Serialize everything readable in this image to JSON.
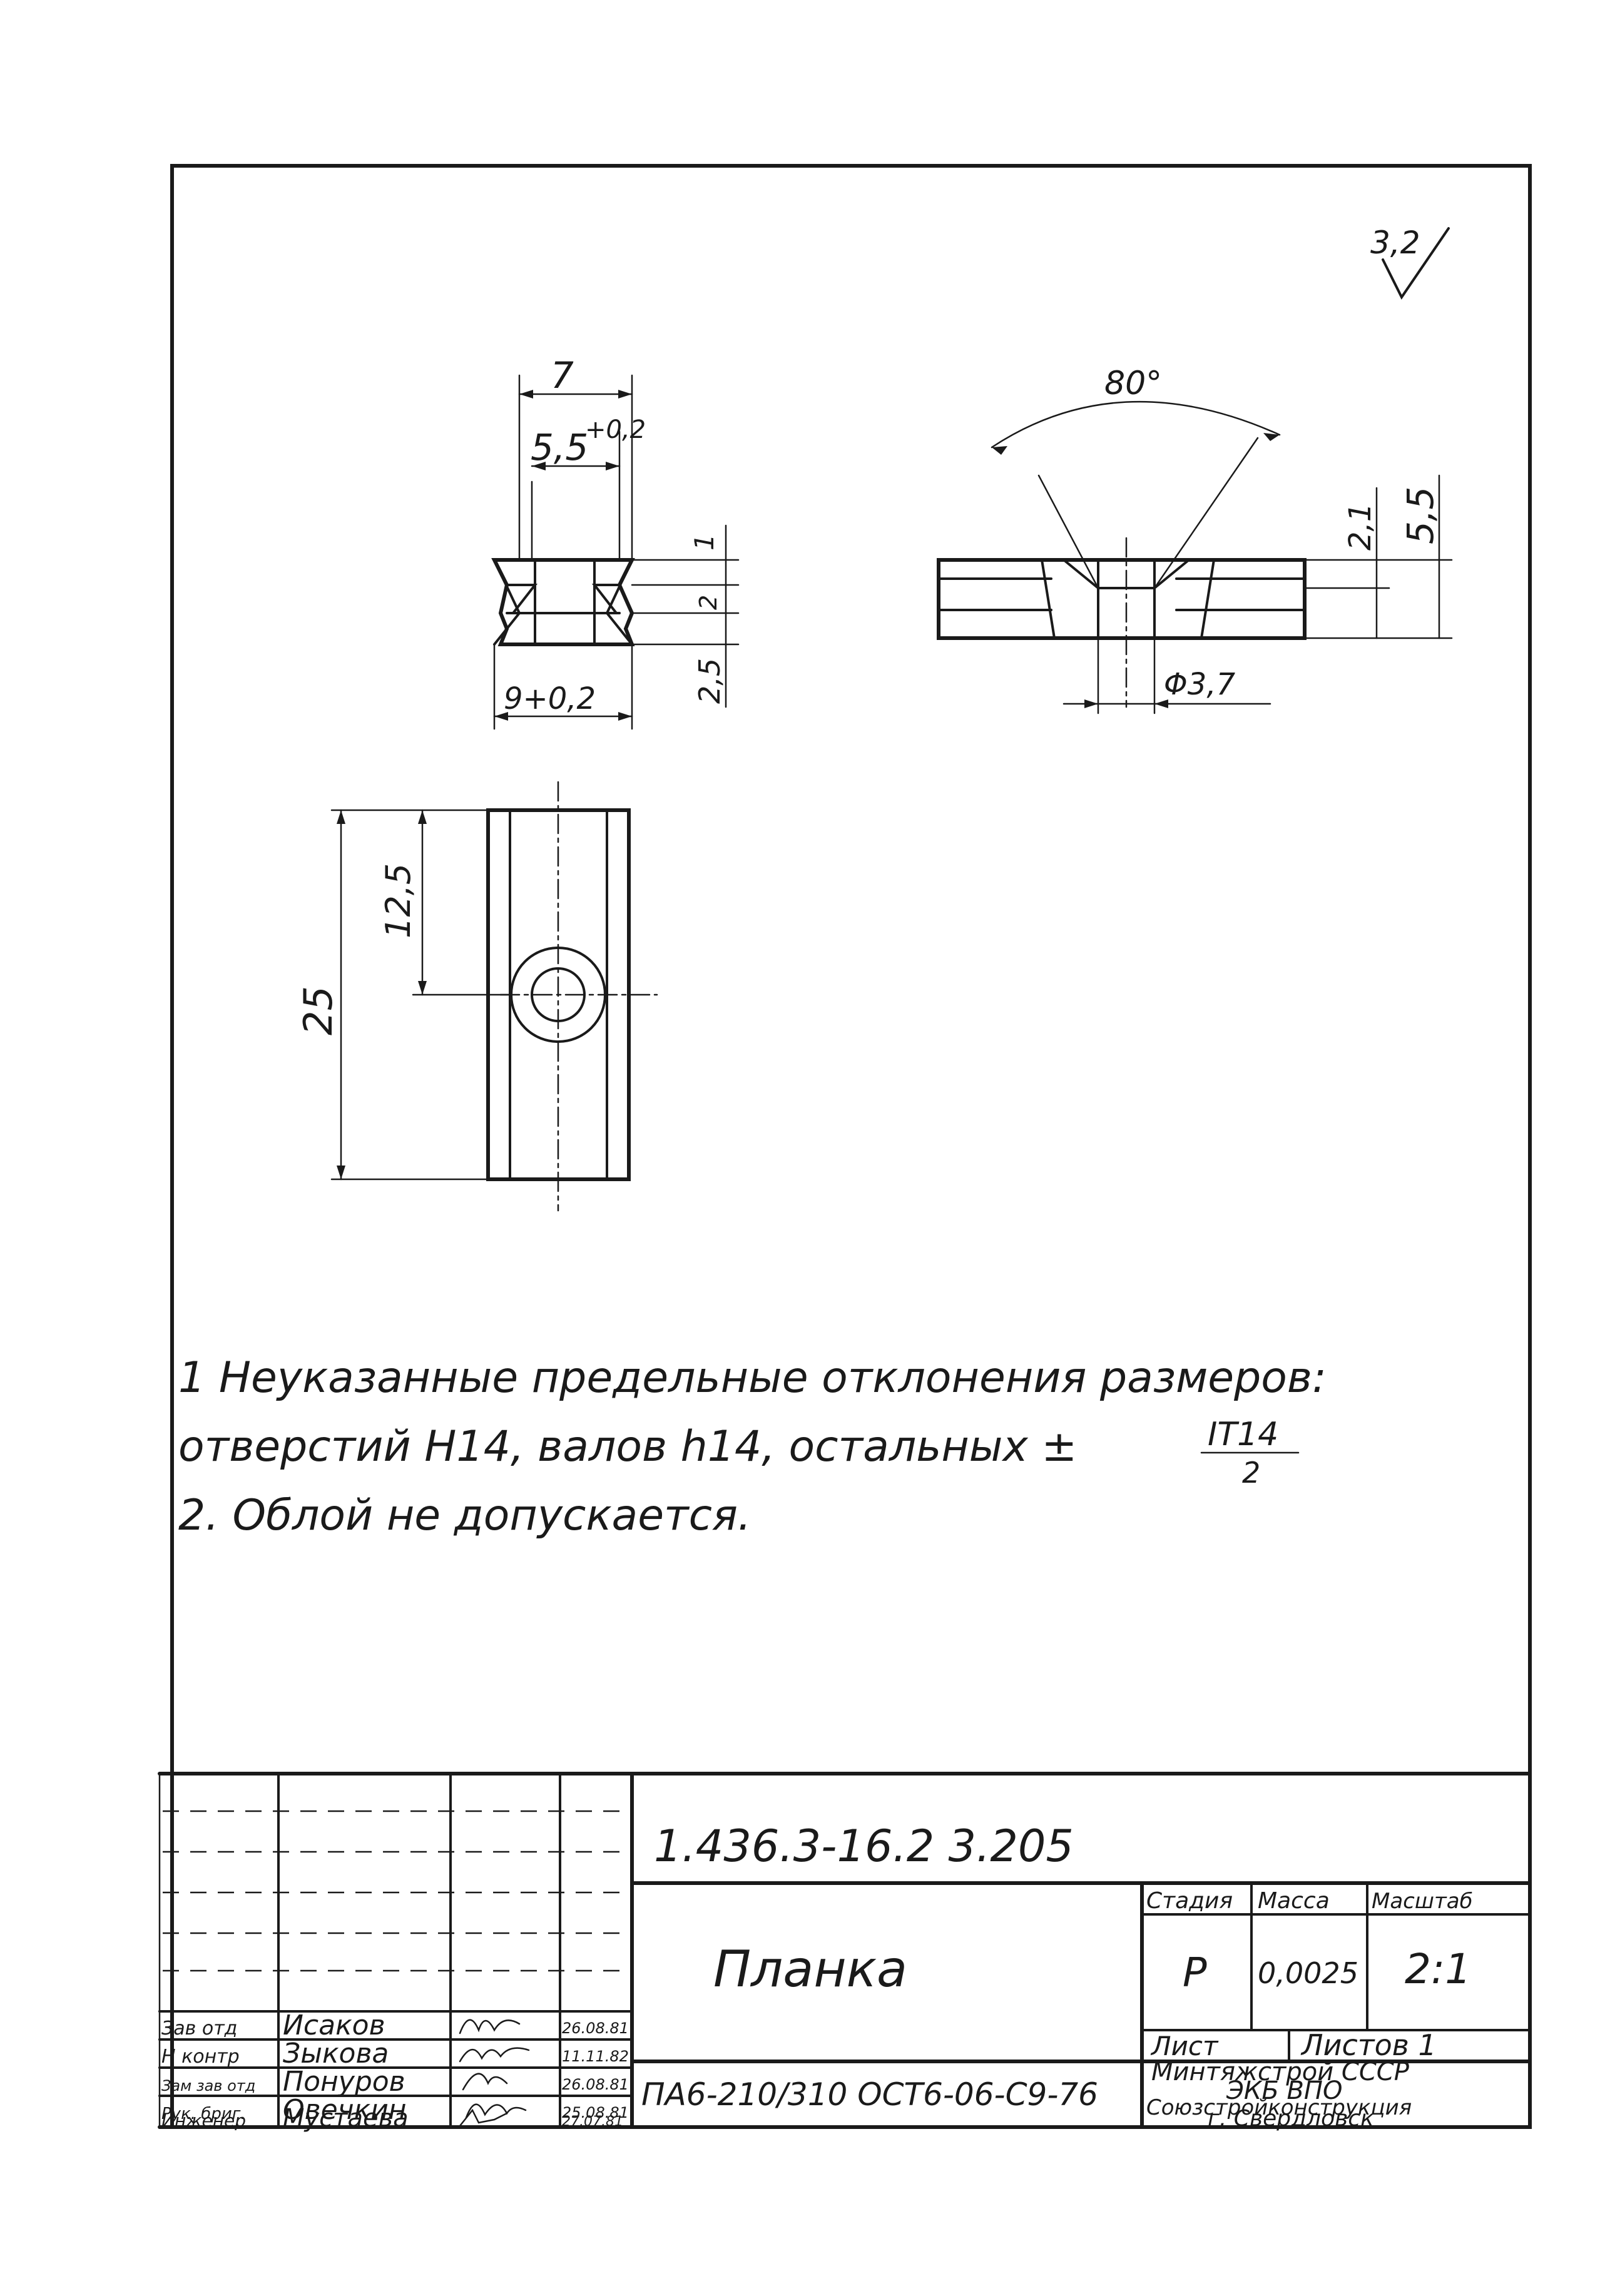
{
  "surface_roughness": "3,2",
  "views": {
    "front": {
      "dim_width": "7",
      "dim_slot": "5,5",
      "dim_slot_tol": "+0,2",
      "dim_base": "9+0,2",
      "dim_h1": "1",
      "dim_h2": "2",
      "dim_h3": "2,5"
    },
    "side": {
      "dim_angle": "80°",
      "dim_depth": "2,1",
      "dim_height": "5,5",
      "dim_hole": "Φ3,7"
    },
    "plan": {
      "dim_length": "25",
      "dim_half": "12,5"
    }
  },
  "notes": {
    "line1": "1 Неуказанные предельные отклонения размеров:",
    "line2": "отверстий H14, валов h14, остальных ±",
    "frac_num": "IT14",
    "frac_den": "2",
    "line3": "2. Облой не допускается."
  },
  "title_block": {
    "doc_number": "1.436.3-16.2 3.205",
    "part_name": "Планка",
    "material": "ПА6-210/310 ОСТ6-06-С9-76",
    "col_stage": "Стадия",
    "col_mass": "Масса",
    "col_scale": "Масштаб",
    "stage": "Р",
    "mass": "0,0025",
    "scale": "2:1",
    "sheet_label": "Лист",
    "sheets_label": "Листов 1",
    "org_line1": "Минтяжстрой СССР",
    "org_line2": "ЭКБ ВПО",
    "org_line3": "Союзстройконструкция",
    "org_line4": "г. Свердловск",
    "signatures": [
      {
        "role": "Зав отд",
        "name": "Исаков",
        "date": "26.08.81"
      },
      {
        "role": "Н контр",
        "name": "Зыкова",
        "date": "11.11.82"
      },
      {
        "role": "Зам зав отд",
        "name": "Понуров",
        "date": "26.08.81"
      },
      {
        "role": "Рук. бриг.",
        "name": "Овечкин",
        "date": "25.08.81"
      },
      {
        "role": "Инженер",
        "name": "Мустаева",
        "date": "27.07.81"
      }
    ]
  }
}
